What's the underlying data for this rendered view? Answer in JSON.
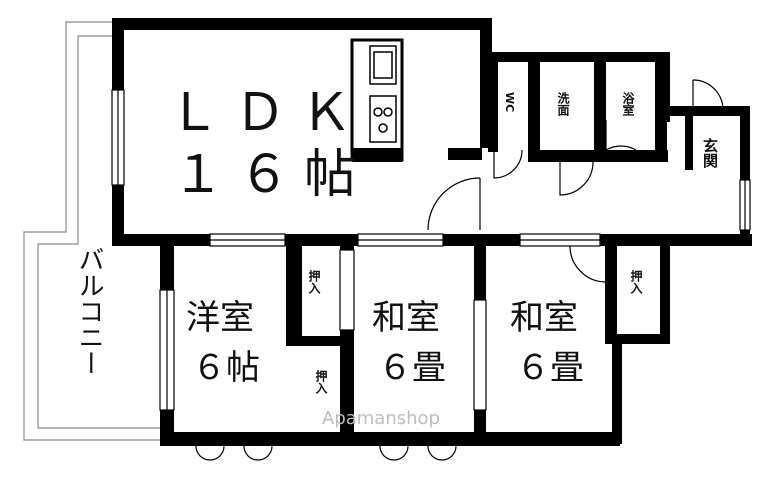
{
  "rooms": {
    "ldk": {
      "name": "ＬＤＫ",
      "size": "１６帖"
    },
    "yoshitsu": {
      "name": "洋室",
      "size": "６帖"
    },
    "washitsu_1": {
      "name": "和室",
      "size": "６畳"
    },
    "washitsu_2": {
      "name": "和室",
      "size": "６畳"
    },
    "balcony": "バルコニー",
    "wc": "WC",
    "senmen": "洗面",
    "yokushitsu": "浴室",
    "genkan": "玄関",
    "oshiire_1": "押入",
    "oshiire_2": "押入",
    "oshiire_3": "押入"
  },
  "watermark": "Apamanshop"
}
